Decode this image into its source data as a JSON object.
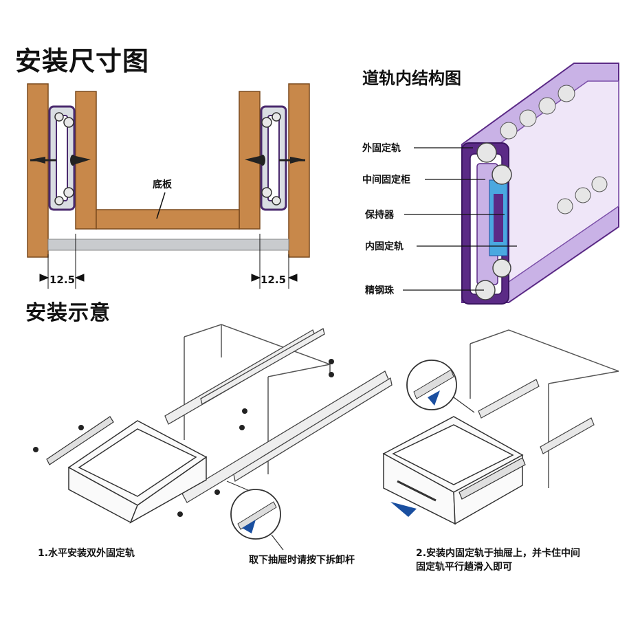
{
  "titles": {
    "install_dimensions": "安装尺寸图",
    "rail_structure": "道轨内结构图",
    "install_guide": "安装示意"
  },
  "dimension_diagram": {
    "bottom_board_label": "底板",
    "left_gap": "12.5",
    "right_gap": "12.5"
  },
  "structure_labels": [
    "外固定轨",
    "中间固定柜",
    "保持器",
    "内固定轨",
    "精钢珠"
  ],
  "steps": {
    "step1": "1.水平安装双外固定轨",
    "remove_tip": "取下抽屉时请按下拆卸杆",
    "step2_line1": "2.安装内固定轨于抽屉上，并卡住中间",
    "step2_line2": "固定轨平行趟滑入即可"
  },
  "colors": {
    "wood": "#c8884a",
    "wood_dark": "#8b5a2b",
    "rail_purple": "#5b2a86",
    "rail_light": "#c9b2e6",
    "steel": "#d9dde2",
    "arrow_blue": "#1a4fa0"
  }
}
